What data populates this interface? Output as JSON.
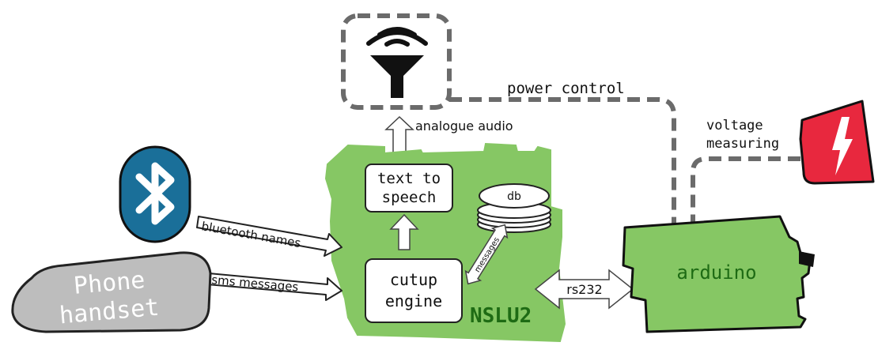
{
  "labels": {
    "power_control": "power control",
    "analogue_audio": "analogue audio",
    "voltage_measuring_line1": "voltage",
    "voltage_measuring_line2": "measuring",
    "text_to_speech_line1": "text to",
    "text_to_speech_line2": "speech",
    "db": "db",
    "messages": "messages",
    "bluetooth_names": "bluetooth names",
    "sms_messages": "sms messages",
    "phone_handset_line1": "Phone",
    "phone_handset_line2": "handset",
    "cutup_engine_line1": "cutup",
    "cutup_engine_line2": "engine",
    "nslu2": "NSLU2",
    "rs232": "rs232",
    "arduino": "arduino"
  },
  "icons": {
    "speaker": "speaker-icon",
    "bluetooth": "bluetooth-icon",
    "power": "lightning-icon"
  },
  "colors": {
    "board_green": "#86c764",
    "board_outline": "#222222",
    "dashed_line": "#6b6b6b",
    "bluetooth_blue": "#1a6f99",
    "power_red": "#e8283e",
    "phone_gray": "#bdbdbd",
    "label_green": "#1e6b14"
  }
}
